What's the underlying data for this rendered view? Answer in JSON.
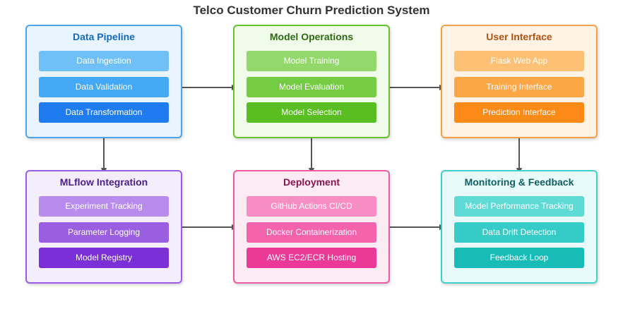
{
  "title": "Telco Customer Churn Prediction System",
  "groups": [
    {
      "id": "data-pipeline",
      "title": "Data Pipeline",
      "title_color": "#1668b8",
      "border_color": "#4fa3e8",
      "background": "#e8f5fe",
      "items": [
        {
          "label": "Data Ingestion",
          "color": "#6ec0f7"
        },
        {
          "label": "Data Validation",
          "color": "#43a8f5"
        },
        {
          "label": "Data Transformation",
          "color": "#1f7cf0"
        }
      ]
    },
    {
      "id": "model-operations",
      "title": "Model Operations",
      "title_color": "#2d6a16",
      "border_color": "#63c42c",
      "background": "#f1fbe9",
      "items": [
        {
          "label": "Model Training",
          "color": "#92d86a"
        },
        {
          "label": "Model Evaluation",
          "color": "#74cc42"
        },
        {
          "label": "Model Selection",
          "color": "#58be22"
        }
      ]
    },
    {
      "id": "user-interface",
      "title": "User Interface",
      "title_color": "#b25110",
      "border_color": "#f2a04a",
      "background": "#fff3e6",
      "items": [
        {
          "label": "Flask Web App",
          "color": "#fdc074"
        },
        {
          "label": "Training Interface",
          "color": "#fca746"
        },
        {
          "label": "Prediction Interface",
          "color": "#fb8a16"
        }
      ]
    },
    {
      "id": "mlflow",
      "title": "MLflow Integration",
      "title_color": "#4a1d8a",
      "border_color": "#9b5de5",
      "background": "#f4edfc",
      "items": [
        {
          "label": "Experiment Tracking",
          "color": "#b78ced"
        },
        {
          "label": "Parameter Logging",
          "color": "#9a5ee0"
        },
        {
          "label": "Model Registry",
          "color": "#7b2fd6"
        }
      ]
    },
    {
      "id": "deployment",
      "title": "Deployment",
      "title_color": "#8a1450",
      "border_color": "#ee5aa3",
      "background": "#fdecf4",
      "items": [
        {
          "label": "GitHub Actions CI/CD",
          "color": "#f78ec3"
        },
        {
          "label": "Docker Containerization",
          "color": "#f364ad"
        },
        {
          "label": "AWS EC2/ECR Hosting",
          "color": "#ec3896"
        }
      ]
    },
    {
      "id": "monitoring",
      "title": "Monitoring & Feedback",
      "title_color": "#0d5f63",
      "border_color": "#3fd0cc",
      "background": "#e8fbfa",
      "items": [
        {
          "label": "Model Performance Tracking",
          "color": "#5fdad5"
        },
        {
          "label": "Data Drift Detection",
          "color": "#35cbc6"
        },
        {
          "label": "Feedback Loop",
          "color": "#18bcb7"
        }
      ]
    }
  ],
  "connectors": [
    {
      "from": "data-pipeline",
      "to": "model-operations"
    },
    {
      "from": "model-operations",
      "to": "user-interface"
    },
    {
      "from": "data-pipeline",
      "to": "mlflow"
    },
    {
      "from": "model-operations",
      "to": "deployment"
    },
    {
      "from": "user-interface",
      "to": "monitoring"
    },
    {
      "from": "mlflow",
      "to": "deployment"
    },
    {
      "from": "deployment",
      "to": "monitoring"
    }
  ],
  "connector_color": "#555555"
}
